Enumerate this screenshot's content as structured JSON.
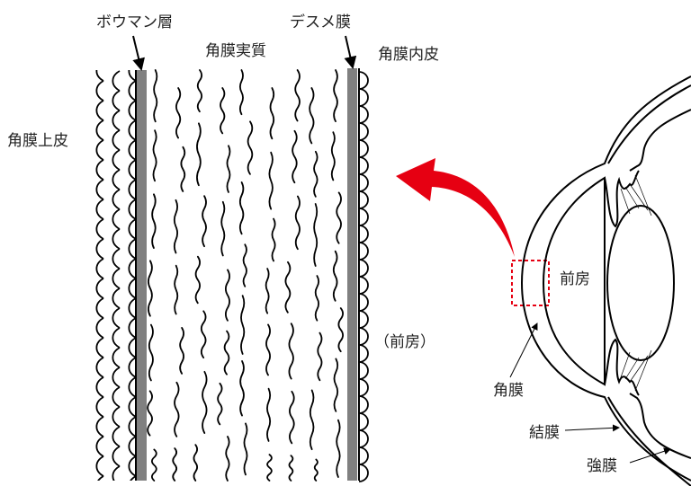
{
  "labels": {
    "bowman": "ボウマン層",
    "stroma": "角膜実質",
    "descemet": "デスメ膜",
    "endothelium": "角膜内皮",
    "epithelium": "角膜上皮",
    "anterior_chamber_paren": "（前房）",
    "anterior_chamber": "前房",
    "cornea": "角膜",
    "conjunctiva": "結膜",
    "sclera": "強膜"
  },
  "colors": {
    "membrane": "#808080",
    "highlight": "#e60012",
    "line": "#000000"
  }
}
